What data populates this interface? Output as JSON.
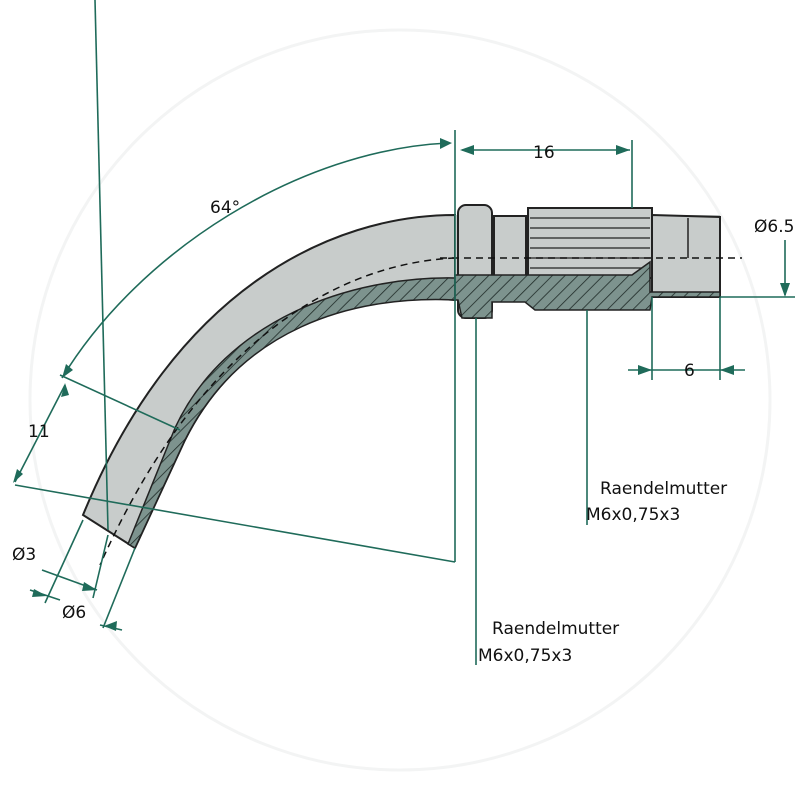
{
  "drawing": {
    "angle_label": "64°",
    "length_16": "16",
    "diameter_65": "Ø6.5",
    "length_6": "6",
    "length_11": "11",
    "diameter_3": "Ø3",
    "diameter_6": "Ø6",
    "callouts": [
      {
        "name": "Raendelmutter",
        "spec": "M6x0,75x3"
      },
      {
        "name": "Raendelmutter",
        "spec": "M6x0,75x3"
      }
    ]
  },
  "colors": {
    "body": "#c8cccb",
    "section": "#7d938e",
    "dimension": "#1f6b5a"
  }
}
